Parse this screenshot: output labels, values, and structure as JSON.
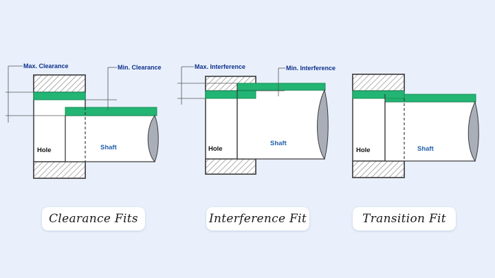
{
  "panels": [
    {
      "caption": "Clearance Fits",
      "hole_label": "Hole",
      "shaft_label": "Shaft",
      "dim_top_label": "Max. Clearance",
      "dim_right_label": "Min. Clearance"
    },
    {
      "caption": "Interference Fit",
      "hole_label": "Hole",
      "shaft_label": "Shaft",
      "dim_top_label": "Max. Interference",
      "dim_right_label": "Min. Interference"
    },
    {
      "caption": "Transition Fit",
      "hole_label": "Hole",
      "shaft_label": "Shaft"
    }
  ],
  "colors": {
    "background": "#e9f0fb",
    "tolerance_band": "#22b573",
    "outline": "#3a3a3a",
    "hatch": "#8a8a8a",
    "shaft_break": "#a9aeb8",
    "dim_line": "#555555",
    "label_text": "#0d2f8c",
    "part_text": "#1f5fa8",
    "hole_text": "#111111"
  }
}
